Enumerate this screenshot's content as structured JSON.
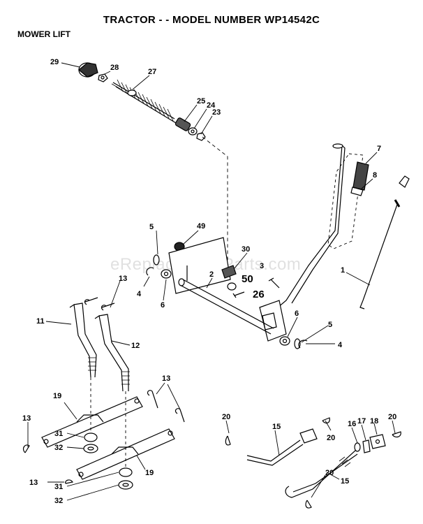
{
  "header": {
    "title": "TRACTOR - - MODEL NUMBER WP14542C",
    "subtitle": "MOWER LIFT"
  },
  "watermark": "eReplacementParts.com",
  "callouts": {
    "p29": "29",
    "p28": "28",
    "p27": "27",
    "p25": "25",
    "p24": "24",
    "p23": "23",
    "p7": "7",
    "p8": "8",
    "p5a": "5",
    "p49": "49",
    "p30": "30",
    "p3": "3",
    "p1": "1",
    "p50": "50",
    "p2": "2",
    "p4a": "4",
    "p6a": "6",
    "p26": "26",
    "p13a": "13",
    "p11": "11",
    "p12": "12",
    "p6b": "6",
    "p5b": "5",
    "p4b": "4",
    "p19a": "19",
    "p13b": "13",
    "p13c": "13",
    "p31a": "31",
    "p32a": "32",
    "p19b": "19",
    "p13d": "13",
    "p31b": "31",
    "p32b": "32",
    "p20a": "20",
    "p15a": "15",
    "p20b": "20",
    "p16": "16",
    "p17": "17",
    "p18": "18",
    "p20c": "20",
    "p20d": "20",
    "p15b": "15"
  }
}
